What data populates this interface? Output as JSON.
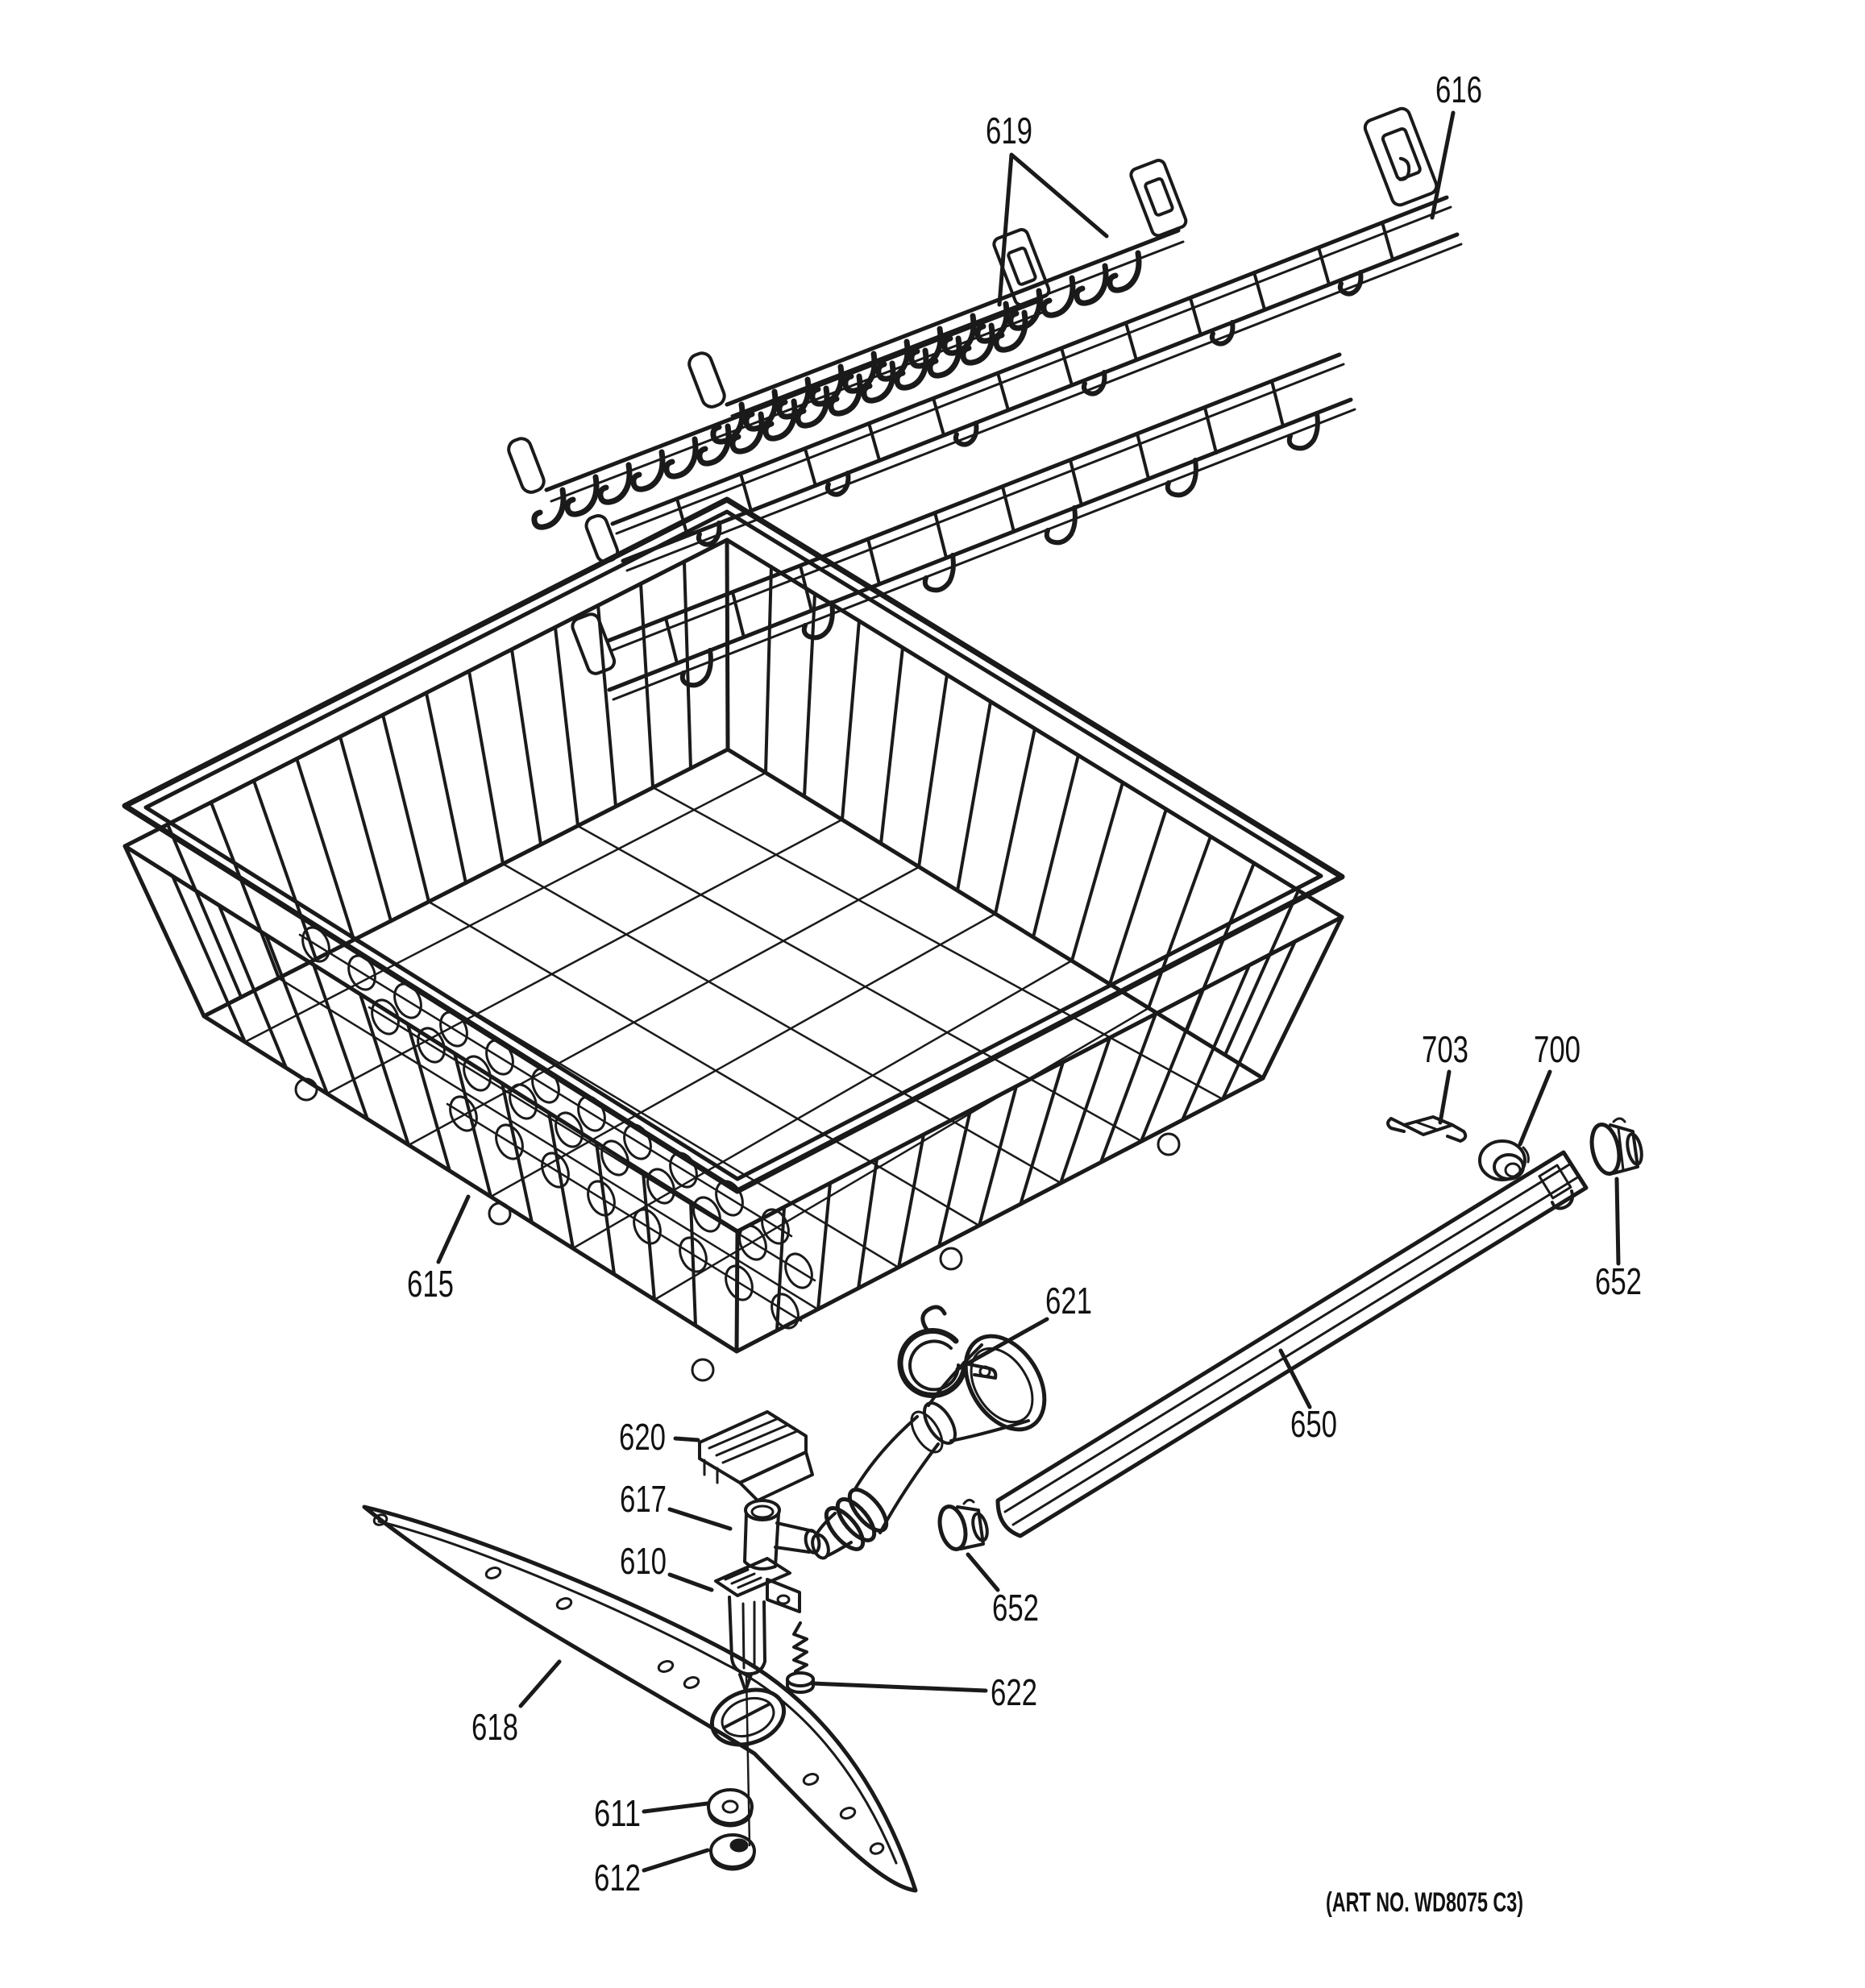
{
  "diagram": {
    "art_no": "(ART NO. WD8075 C3)",
    "colors": {
      "background": "#ffffff",
      "line": "#1a1a1a"
    },
    "labels": [
      {
        "part": "619",
        "text": "619"
      },
      {
        "part": "616",
        "text": "616"
      },
      {
        "part": "615",
        "text": "615"
      },
      {
        "part": "703",
        "text": "703"
      },
      {
        "part": "700",
        "text": "700"
      },
      {
        "part": "652_right",
        "text": "652"
      },
      {
        "part": "650",
        "text": "650"
      },
      {
        "part": "621",
        "text": "621"
      },
      {
        "part": "620",
        "text": "620"
      },
      {
        "part": "617",
        "text": "617"
      },
      {
        "part": "610",
        "text": "610"
      },
      {
        "part": "652_lower",
        "text": "652"
      },
      {
        "part": "622",
        "text": "622"
      },
      {
        "part": "618",
        "text": "618"
      },
      {
        "part": "611",
        "text": "611"
      },
      {
        "part": "612",
        "text": "612"
      }
    ]
  }
}
